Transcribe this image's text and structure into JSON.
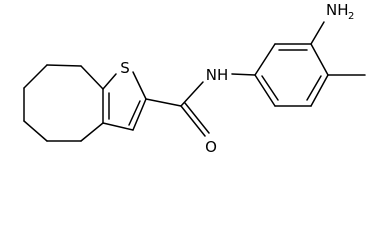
{
  "molecule": {
    "atoms": {
      "sulfur": "S",
      "amide_nh": "NH",
      "amide_oxygen": "O",
      "amine_main": "NH",
      "amine_subscript": "2"
    }
  }
}
